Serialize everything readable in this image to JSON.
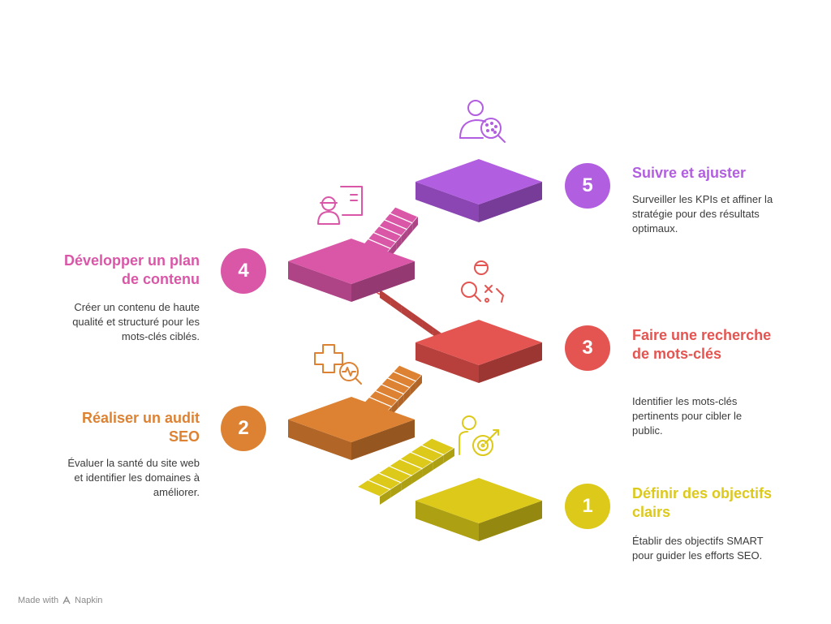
{
  "steps": [
    {
      "number": "1",
      "title": "Définir des objectifs clairs",
      "description": "Établir des objectifs SMART pour guider les efforts SEO.",
      "color": "#DCC91A",
      "dark": "#AEA013",
      "icon": "target-goal-icon"
    },
    {
      "number": "2",
      "title": "Réaliser un audit SEO",
      "description": "Évaluer la santé du site web et identifier les domaines à améliorer.",
      "color": "#DD8232",
      "dark": "#B16526",
      "icon": "health-analysis-icon"
    },
    {
      "number": "3",
      "title": "Faire une recherche de mots-clés",
      "description": "Identifier les mots-clés pertinents pour cibler le public.",
      "color": "#E45552",
      "dark": "#B73F3C",
      "icon": "keyword-research-icon"
    },
    {
      "number": "4",
      "title": "Développer un plan de contenu",
      "description": "Créer un contenu de haute qualité et structuré pour les mots-clés ciblés.",
      "color": "#DA57A8",
      "dark": "#AE4385",
      "icon": "content-planner-icon"
    },
    {
      "number": "5",
      "title": "Suivre et ajuster",
      "description": "Surveiller les KPIs et affiner la stratégie pour des résultats optimaux.",
      "color": "#B25EE0",
      "dark": "#8B46B3",
      "icon": "user-search-icon"
    }
  ],
  "footer": {
    "prefix": "Made with",
    "brand": "Napkin"
  }
}
